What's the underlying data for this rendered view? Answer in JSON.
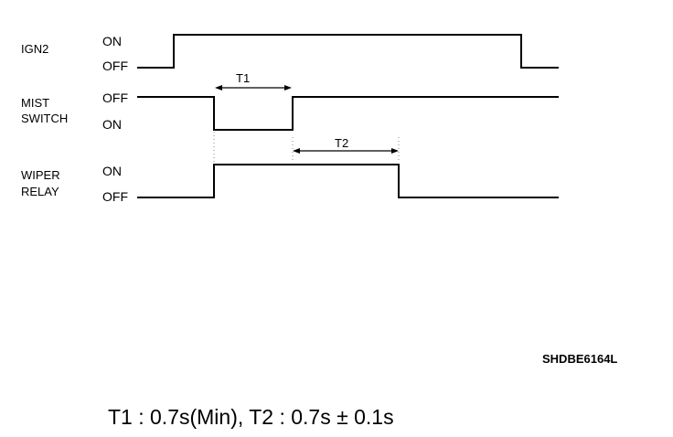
{
  "signals": [
    {
      "name_lines": [
        "IGN2"
      ],
      "level_top": "ON",
      "level_bottom": "OFF"
    },
    {
      "name_lines": [
        "MIST",
        "SWITCH"
      ],
      "level_top": "OFF",
      "level_bottom": "ON"
    },
    {
      "name_lines": [
        "WIPER",
        "RELAY"
      ],
      "level_top": "ON",
      "level_bottom": "OFF"
    }
  ],
  "intervals": {
    "t1_label": "T1",
    "t2_label": "T2"
  },
  "figure_code": "SHDBE6164L",
  "formula": "T1 : 0.7s(Min), T2 : 0.7s ± 0.1s"
}
